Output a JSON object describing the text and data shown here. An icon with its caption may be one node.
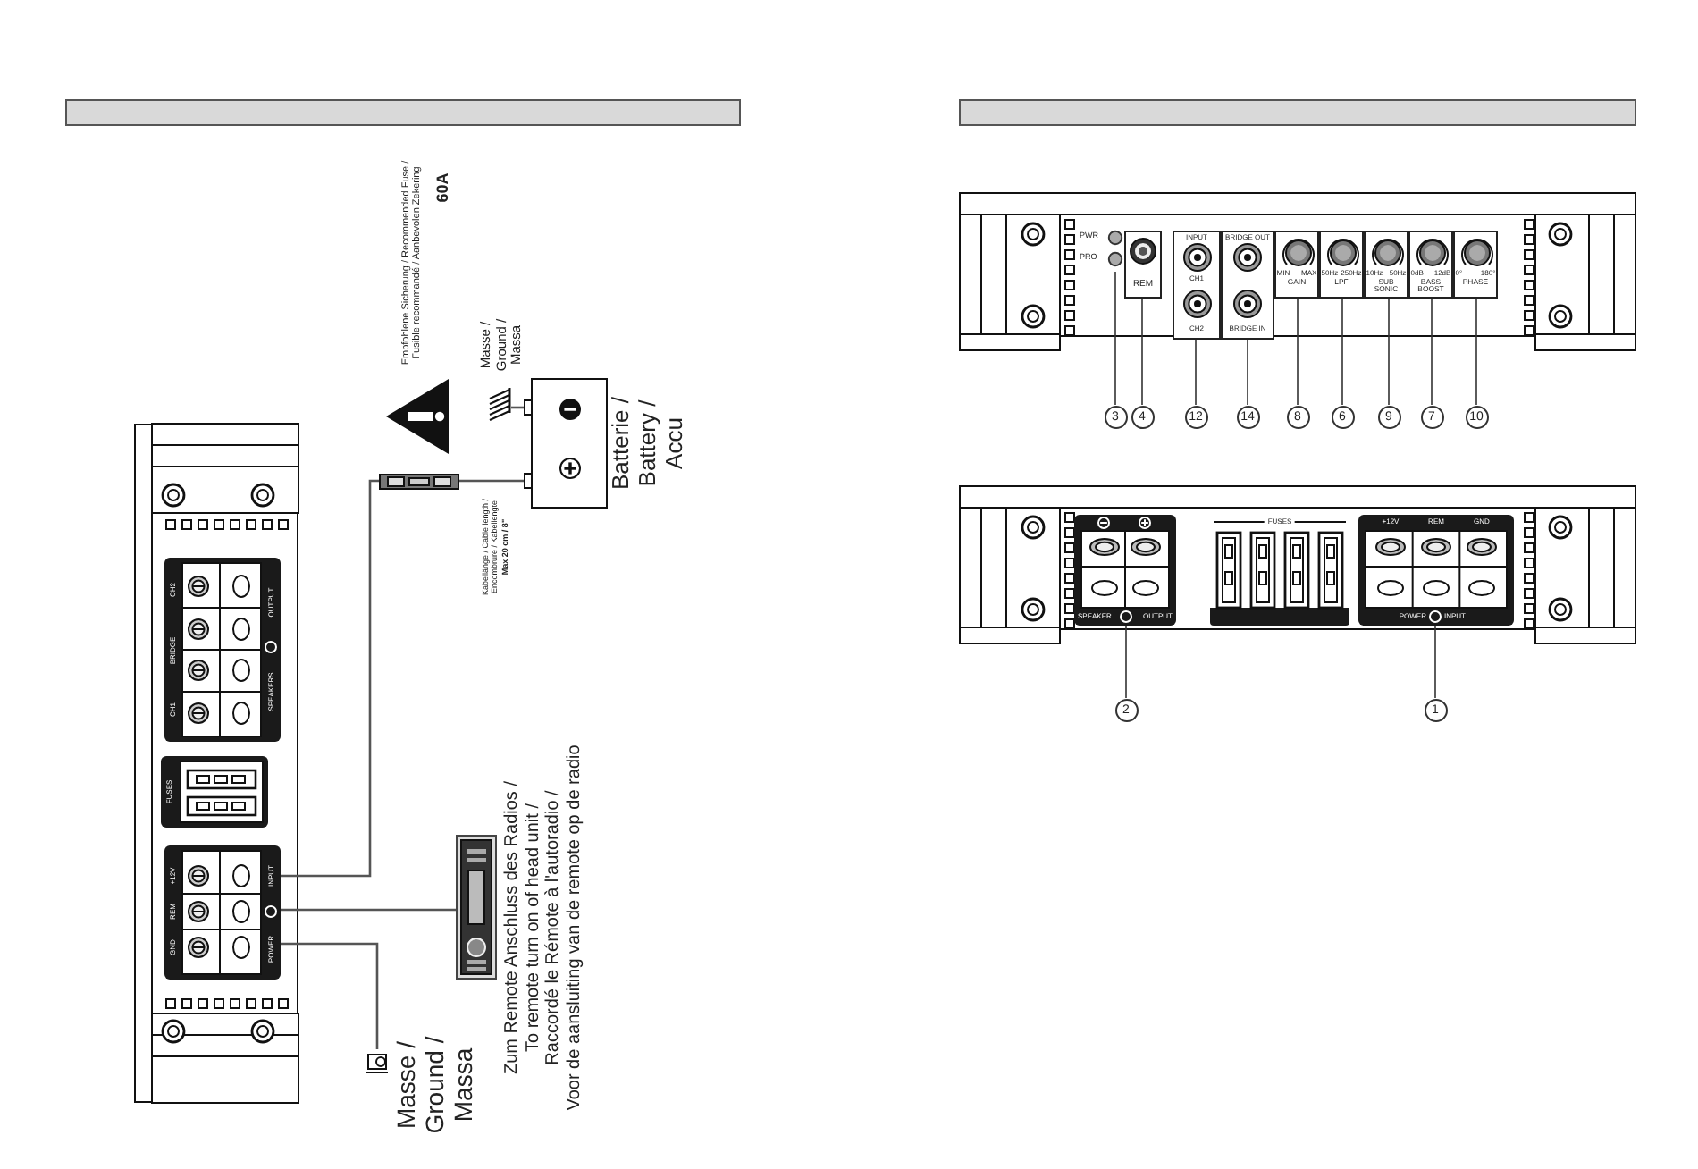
{
  "diagram": {
    "nodes": [
      {
        "text": [],
        "shape": "picture"
      },
      {
        "text": [
          "CH1",
          "BRIDGE",
          "CH2",
          "SPEAKERS",
          "OUTPUT"
        ],
        "in": 0
      },
      {
        "text": [
          "FUSES"
        ],
        "in": 0
      },
      {
        "text": [
          "+12V",
          "REM",
          "GND",
          "INPUT",
          "POWER"
        ],
        "in": 0
      },
      {
        "text": [],
        "shape": "picture",
        "beside": [
          "Kabellänge / Cable length /",
          "Encombrure / Kabellengte",
          "Max 20 cm / 8\""
        ]
      },
      {
        "text": [
          "Batterie / Battery / Accu"
        ]
      },
      {
        "text": [],
        "shape": "picture",
        "beside": [
          "Masse / Ground / Massa"
        ]
      },
      {
        "text": [],
        "shape": "picture",
        "beside": [
          "Zum Remote Anschluss des Radios /",
          "To remote turn on of head unit /",
          "Raccordé le Rémote à l'autoradio /",
          "Voor de aansluiting van de remote op de radio"
        ]
      },
      {
        "text": [],
        "shape": "picture",
        "beside": [
          "Masse / Ground / Massa"
        ]
      },
      {
        "text": [
          "PWR",
          "PRO"
        ]
      },
      {
        "text": [
          "REM"
        ]
      },
      {
        "text": [
          "INPUT",
          "CH1",
          "CH2"
        ]
      },
      {
        "text": [
          "BRIDGE OUT",
          "BRIDGE IN"
        ]
      },
      {
        "text": [
          "MIN",
          "MAX",
          "GAIN"
        ]
      },
      {
        "text": [
          "50Hz",
          "250Hz",
          "LPF"
        ]
      },
      {
        "text": [
          "10Hz",
          "50Hz",
          "SUB SONIC"
        ]
      },
      {
        "text": [
          "0dB",
          "12dB",
          "BASS BOOST"
        ]
      },
      {
        "text": [
          "0°",
          "180°",
          "PHASE"
        ]
      },
      {
        "text": [
          "3"
        ]
      },
      {
        "text": [
          "4"
        ]
      },
      {
        "text": [
          "12"
        ]
      },
      {
        "text": [
          "14"
        ]
      },
      {
        "text": [
          "8"
        ]
      },
      {
        "text": [
          "6"
        ]
      },
      {
        "text": [
          "9"
        ]
      },
      {
        "text": [
          "7"
        ]
      },
      {
        "text": [
          "10"
        ]
      },
      {
        "text": [
          "SPEAKER",
          "OUTPUT"
        ]
      },
      {
        "text": [
          "FUSES"
        ]
      },
      {
        "text": [
          "+12V",
          "REM",
          "GND",
          "POWER",
          "INPUT"
        ]
      },
      {
        "text": [
          "2"
        ]
      },
      {
        "text": [
          "1"
        ]
      }
    ],
    "edges": [
      {
        "from": 3,
        "to": 4,
        "arrow": "none"
      },
      {
        "from": 4,
        "to": 5,
        "arrow": "none"
      },
      {
        "from": 5,
        "to": 6,
        "arrow": "none"
      },
      {
        "from": 3,
        "to": 7,
        "arrow": "none"
      },
      {
        "from": 3,
        "to": 8,
        "arrow": "none"
      },
      {
        "from": 18,
        "to": 9,
        "arrow": "none"
      },
      {
        "from": 19,
        "to": 10,
        "arrow": "none"
      },
      {
        "from": 20,
        "to": 11,
        "arrow": "none"
      },
      {
        "from": 21,
        "to": 12,
        "arrow": "none"
      },
      {
        "from": 22,
        "to": 13,
        "arrow": "none"
      },
      {
        "from": 23,
        "to": 14,
        "arrow": "none"
      },
      {
        "from": 24,
        "to": 15,
        "arrow": "none"
      },
      {
        "from": 25,
        "to": 16,
        "arrow": "none"
      },
      {
        "from": 26,
        "to": 17,
        "arrow": "none"
      },
      {
        "from": 30,
        "to": 27,
        "arrow": "none"
      },
      {
        "from": 31,
        "to": 29,
        "arrow": "none"
      }
    ],
    "labels": [
      "Empfohlene Sicherung / Recommended Fuse / Fusible recommandé / Aanbevolen Zekering",
      "60A"
    ]
  }
}
